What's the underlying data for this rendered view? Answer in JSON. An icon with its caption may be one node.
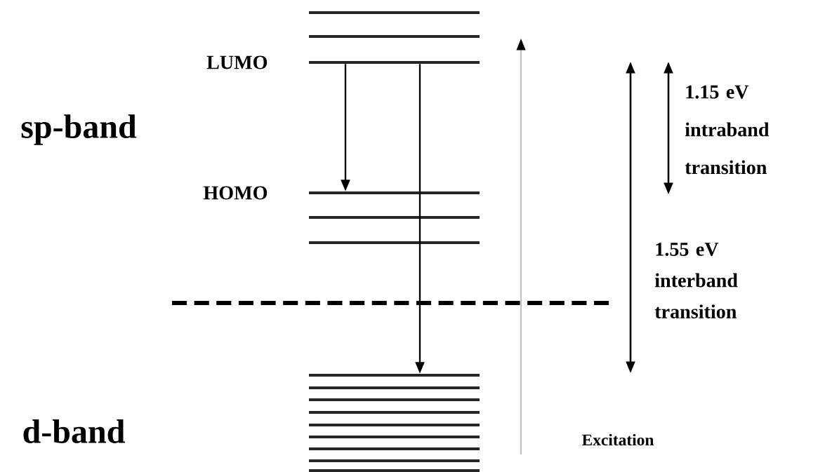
{
  "diagram": {
    "nodes": [
      {
        "text": [],
        "shape": "bar"
      },
      {
        "text": [],
        "shape": "bar"
      },
      {
        "text": [],
        "shape": "bar",
        "beside": [
          "LUMO"
        ]
      },
      {
        "text": [],
        "shape": "bar",
        "beside": [
          "HOMO"
        ]
      },
      {
        "text": [],
        "shape": "bar"
      },
      {
        "text": [],
        "shape": "bar"
      },
      {
        "text": [],
        "shape": "bar"
      },
      {
        "text": [],
        "shape": "bar"
      },
      {
        "text": [],
        "shape": "bar"
      },
      {
        "text": [],
        "shape": "bar"
      },
      {
        "text": [],
        "shape": "bar"
      },
      {
        "text": [],
        "shape": "bar"
      },
      {
        "text": [],
        "shape": "bar"
      },
      {
        "text": [],
        "shape": "bar"
      },
      {
        "text": [],
        "shape": "bar"
      }
    ],
    "edges": [
      {
        "from": 2,
        "to": 3,
        "arrow": "to"
      },
      {
        "from": 2,
        "to": 6,
        "arrow": "to"
      }
    ],
    "labels": [
      "sp-band",
      "1.15 eV intraband transition",
      "1.55 eV interband transition",
      "d-band",
      "Excitation"
    ]
  }
}
